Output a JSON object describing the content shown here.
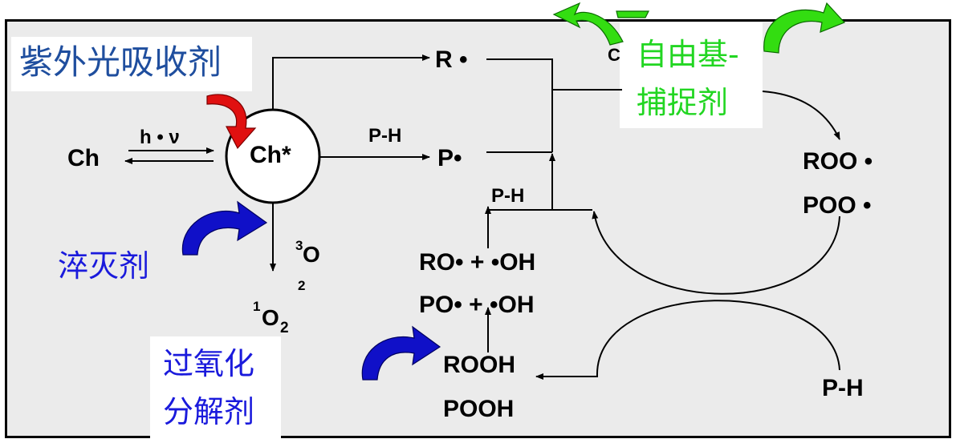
{
  "labels": {
    "uv_absorber": "紫外光吸收剂",
    "quencher": "淬灭剂",
    "peroxide_decomposer_line1": "过氧化",
    "peroxide_decomposer_line2": "分解剂",
    "radical_scavenger_line1": "自由基-",
    "radical_scavenger_line2": "捕捉剂",
    "hidden_c": "C",
    "ch": "Ch",
    "ch_star": "Ch*",
    "h_nu": "h • ν",
    "r_radical": "R •",
    "p_radical": "P•",
    "ph_top": "P-H",
    "ph_mid": "P-H",
    "ph_right": "P-H",
    "roo": "ROO •",
    "poo": "POO •",
    "ro_oh": "RO• + •OH",
    "po_oh": "PO• + •OH",
    "rooh": "ROOH",
    "pooh": "POOH",
    "o3_sup": "3",
    "o3_o": "O",
    "o3_sub": "2",
    "o1_sup": "1",
    "o1_o": "O",
    "o1_sub": "2"
  },
  "colors": {
    "uv_absorber": "#1f4e9e",
    "quencher": "#1a1adc",
    "peroxide_decomposer": "#1a1adc",
    "radical_scavenger": "#22d622",
    "blue_arrow": "#1010c8",
    "red_arrow": "#e01010",
    "green_arrow": "#33dd11"
  },
  "icons": {
    "uv_arrow": "red-curved-arrow",
    "quencher_arrow": "blue-curved-arrow",
    "decomposer_arrow": "blue-curved-arrow",
    "scavenger_arrows": "green-curved-arrow"
  }
}
